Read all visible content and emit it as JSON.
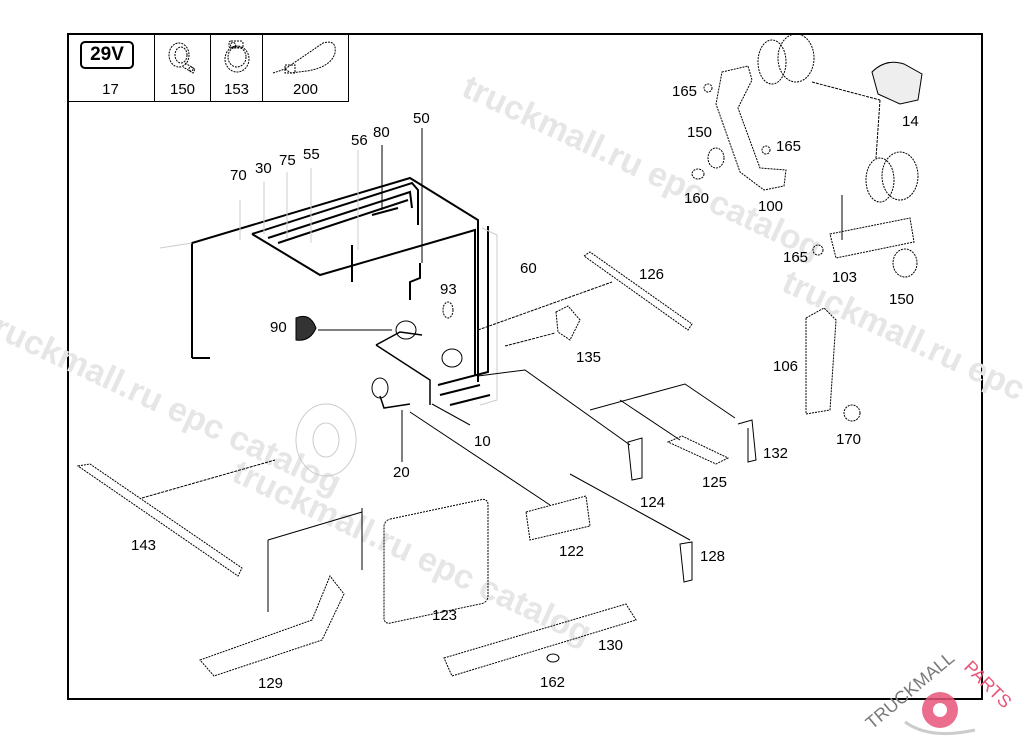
{
  "diagram": {
    "legend": [
      {
        "badge": "29V",
        "ref": "17",
        "icon": "voltage-badge"
      },
      {
        "ref": "150",
        "icon": "p-clamp-icon"
      },
      {
        "ref": "153",
        "icon": "hose-clamp-icon"
      },
      {
        "ref": "200",
        "icon": "cable-tie-icon"
      }
    ],
    "callouts": {
      "c70": "70",
      "c30": "30",
      "c75": "75",
      "c55": "55",
      "c56": "56",
      "c80": "80",
      "c50": "50",
      "c60": "60",
      "c93": "93",
      "c90": "90",
      "c10": "10",
      "c20": "20",
      "c126": "126",
      "c135": "135",
      "c124": "124",
      "c125": "125",
      "c132": "132",
      "c165a": "165",
      "c150a": "150",
      "c165b": "165",
      "c160": "160",
      "c100": "100",
      "c14": "14",
      "c165c": "165",
      "c103": "103",
      "c150b": "150",
      "c106": "106",
      "c170": "170",
      "c143": "143",
      "c122": "122",
      "c128": "128",
      "c123": "123",
      "c130": "130",
      "c162": "162",
      "c129": "129"
    },
    "watermarks": [
      "truckmall.ru epc catalog",
      "truckmall.ru epc catalog",
      "truckmall.ru epc catalog",
      "truckmall.ru epc catalog"
    ],
    "brand": {
      "left": "TRUCKMALL",
      "right": "PARTS",
      "color_left": "#7a7a7a",
      "color_right": "#e8557a"
    }
  }
}
